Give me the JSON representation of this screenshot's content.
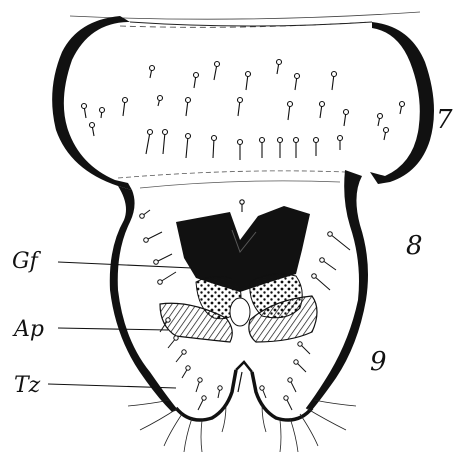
{
  "labels": {
    "gf": "Gf",
    "ap": "Ap",
    "tz": "Tz",
    "seg7": "7",
    "seg8": "8",
    "seg9": "9"
  },
  "colors": {
    "ink": "#111111",
    "paper": "#ffffff"
  }
}
